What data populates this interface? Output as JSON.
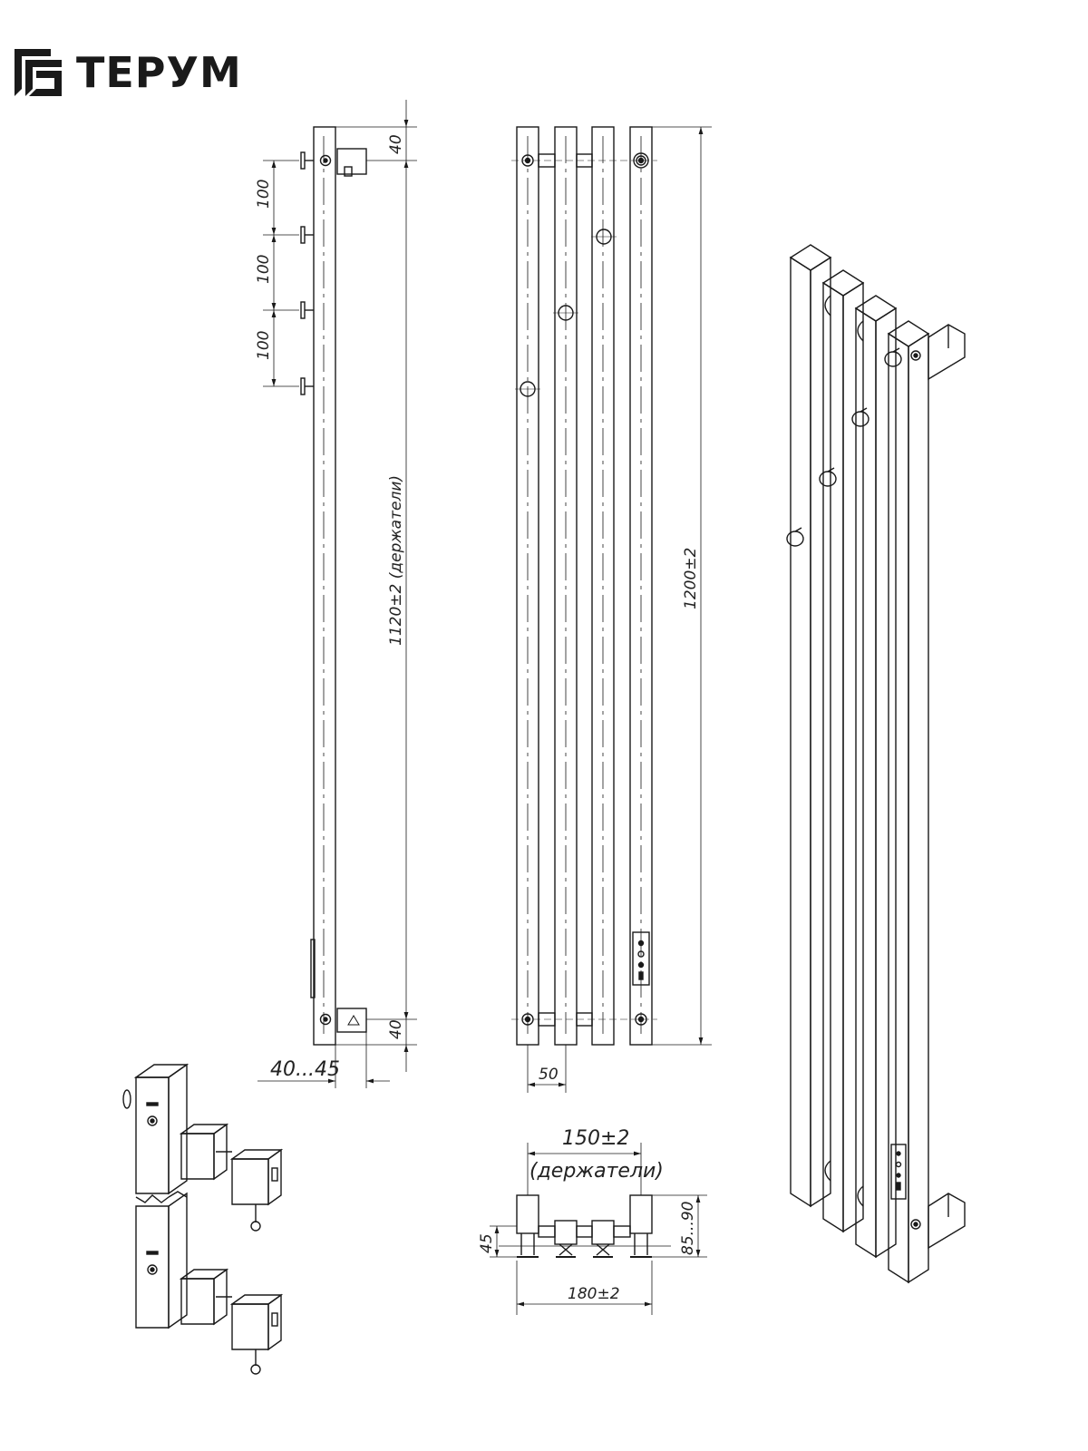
{
  "logo": {
    "brand": "ТЕРУМ",
    "icon": "terum-logo-icon"
  },
  "dimensions": {
    "top_offset": "40",
    "bottom_offset": "40",
    "hook_spacing_1": "100",
    "hook_spacing_2": "100",
    "hook_spacing_3": "100",
    "holder_span": "1120±2 (держатели)",
    "total_height": "1200±2",
    "wall_gap": "40...45",
    "tube_pitch": "50",
    "holder_width_top": "150±2",
    "holder_width_bottom": "(держатели)",
    "total_width": "180±2",
    "plan_depth": "45",
    "plan_wall_depth": "85...90"
  },
  "colors": {
    "line": "#1a1a1a",
    "background": "#ffffff"
  }
}
